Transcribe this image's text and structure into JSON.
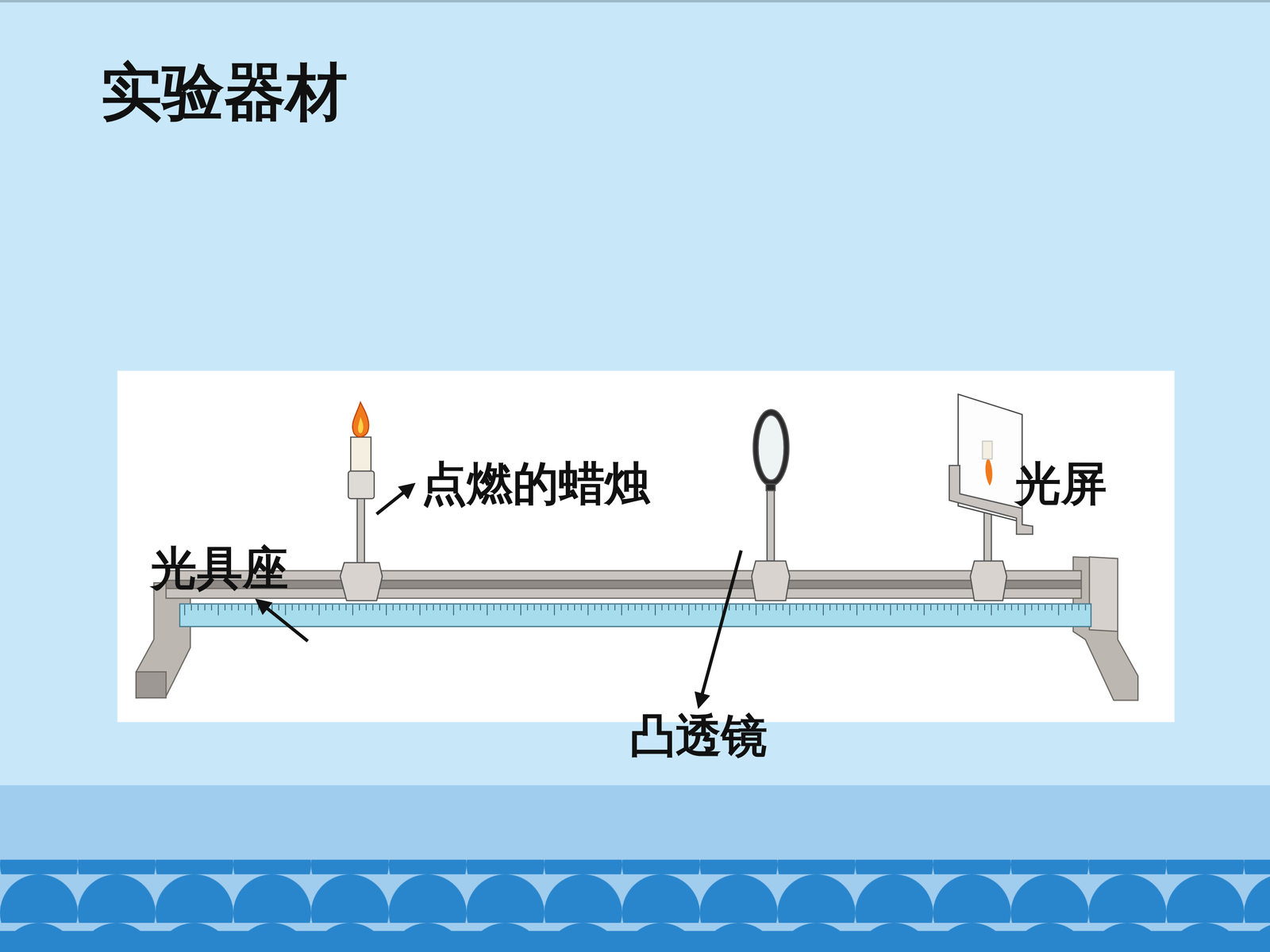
{
  "diagram": {
    "title": "实验器材",
    "labels": [
      "点燃的蜡烛",
      "光屏",
      "光具座",
      "凸透镜"
    ]
  }
}
